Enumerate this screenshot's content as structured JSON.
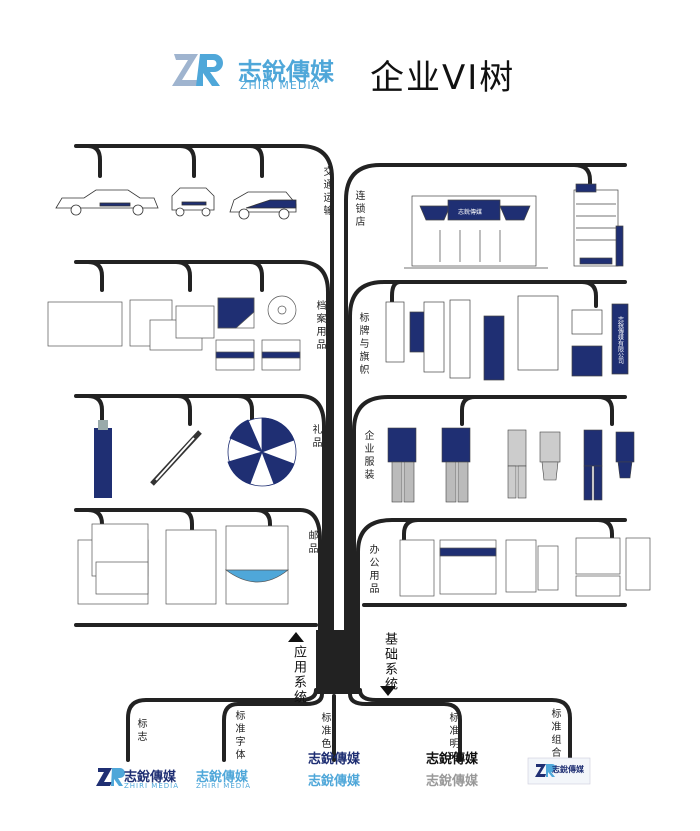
{
  "header": {
    "logo_mark": "ZR",
    "logo_cn": "志銳傳媒",
    "logo_en": "ZHIRI MEDIA",
    "title": "企业VI树"
  },
  "branches_left": [
    {
      "label": "交通运输"
    },
    {
      "label": "档案用品"
    },
    {
      "label": "礼品"
    },
    {
      "label": "邮品"
    }
  ],
  "branches_right": [
    {
      "label": "连锁店"
    },
    {
      "label": "标牌与旗帜"
    },
    {
      "label": "企业服装"
    },
    {
      "label": "办公用品"
    }
  ],
  "systems": {
    "application": "应用系统",
    "basic": "基础系统"
  },
  "roots": [
    {
      "label": "标志"
    },
    {
      "label": "标准字体"
    },
    {
      "label": "标准色"
    },
    {
      "label": "标准明暗"
    },
    {
      "label": "标准组合"
    }
  ],
  "root_samples": {
    "logo_mark": "ZR",
    "logo_cn": "志銳傳媒",
    "logo_en": "ZHIRI MEDIA",
    "sign_cn": "志銳傳媒",
    "sign_en": "ZHIRI MEDIA",
    "flag_text": "志銳傳媒有限公司"
  },
  "colors": {
    "brand_navy": "#1f2f73",
    "brand_light": "#4fa7d9",
    "trunk": "#222222"
  }
}
